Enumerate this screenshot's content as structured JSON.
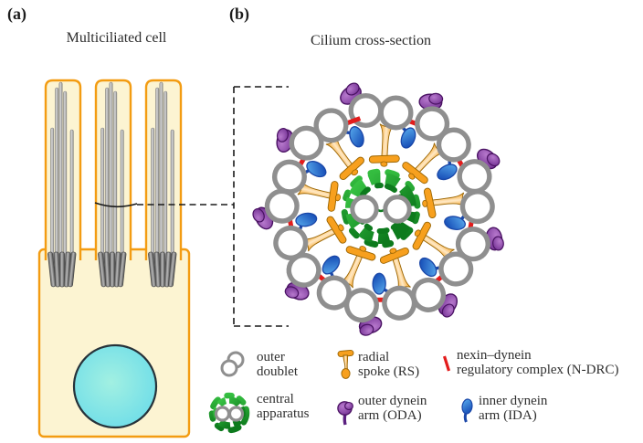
{
  "panel_a": {
    "label": "(a)",
    "title": "Multiciliated cell"
  },
  "panel_b": {
    "label": "(b)",
    "title": "Cilium cross-section"
  },
  "legend": {
    "items": [
      {
        "id": "outer-doublet",
        "icon": "outer-doublet-icon",
        "lines": [
          "outer",
          "doublet"
        ]
      },
      {
        "id": "radial-spoke",
        "icon": "radial-spoke-icon",
        "lines": [
          "radial",
          "spoke (RS)"
        ]
      },
      {
        "id": "ndrc",
        "icon": "ndrc-icon",
        "lines": [
          "nexin–dynein",
          "regulatory complex (N-DRC)"
        ]
      },
      {
        "id": "central-apparatus",
        "icon": "central-apparatus-icon",
        "lines": [
          "central",
          "apparatus"
        ]
      },
      {
        "id": "oda",
        "icon": "outer-dynein-arm-icon",
        "lines": [
          "outer dynein",
          "arm (ODA)"
        ]
      },
      {
        "id": "ida",
        "icon": "inner-dynein-arm-icon",
        "lines": [
          "inner dynein",
          "arm (IDA)"
        ]
      }
    ]
  },
  "cell": {
    "num_cilia_tufts": 3,
    "cilia_per_tuft": 5,
    "has_nucleus": true
  },
  "cross_section": {
    "num_outer_doublets": 9,
    "central_pair_count": 2,
    "num_radial_spokes": 9,
    "num_ndrc_links": 9,
    "num_outer_dynein_arms": 9,
    "num_inner_dynein_arms": 9
  },
  "colors": {
    "membrane_orange": "#f39c12",
    "cytoplasm_yellow": "#fcf4d2",
    "nucleus_cyan": "#63d9ea",
    "nucleus_cyan_light": "#a2f0e2",
    "nucleus_outline": "#26323a",
    "cilium_gray": "#929292",
    "cilium_gray_light": "#dcdcdc",
    "basal_gray_dark": "#5a5a5a",
    "basal_gray_light": "#b8b8b8",
    "doublet_gray": "#8f8f8f",
    "ndrc_red": "#e31c1c",
    "spoke_orange": "#f7a01e",
    "spoke_orange_dark": "#9a6400",
    "spoke_orange_light": "#ffe9c6",
    "oda_purple": "#8a3fa8",
    "oda_purple_light": "#b678cc",
    "oda_purple_dark": "#4a1263",
    "ida_blue_light": "#5cb0f0",
    "ida_blue_deep": "#1850b8",
    "ida_blue_dark": "#1a47a8",
    "green_light": "#39c544",
    "green_dark": "#0d7a1d",
    "line_black": "#1a1a1a"
  }
}
